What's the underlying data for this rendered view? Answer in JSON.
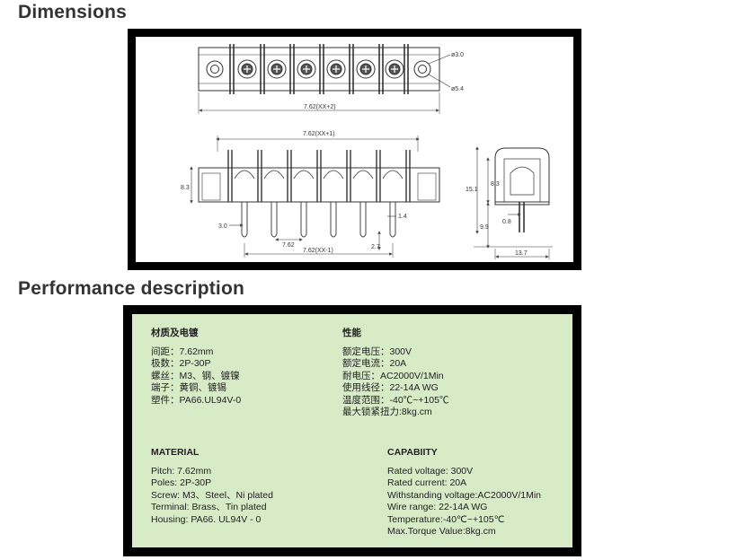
{
  "sections": {
    "dimensions_title": "Dimensions",
    "performance_title": "Performance description"
  },
  "drawing": {
    "labels": {
      "hole_small": "ø3.0",
      "hole_large": "ø5.4",
      "length_top": "7.62(XX+2)",
      "pitch_span": "7.62(XX+1)",
      "height_left": "8.3",
      "pin_left": "3.0",
      "pitch": "7.62",
      "pitch_bottom": "7.62(XX-1)",
      "pin_width": "1.4",
      "pin_length": "2.7",
      "side_height_total": "15.1",
      "side_height_upper": "8.3",
      "side_pin": "0.8",
      "side_height_lower": "9.9",
      "side_width": "13.7"
    }
  },
  "performance": {
    "chinese": {
      "material_title": "材质及电镀",
      "material_lines": [
        "间距：7.62mm",
        "极数：2P-30P",
        "螺丝：M3、钢、镀镍",
        "端子：黄铜、镀锡",
        "塑件：PA66.UL94V-0"
      ],
      "capability_title": "性能",
      "capability_lines": [
        "额定电压：300V",
        "额定电流：20A",
        "耐电压：AC2000V/1Min",
        "使用线径：22-14A WG",
        "温度范围：-40℃~+105℃",
        "最大锁紧扭力:8kg.cm"
      ]
    },
    "english": {
      "material_title": "MATERIAL",
      "material_lines": [
        "Pitch: 7.62mm",
        "Poles: 2P-30P",
        "Screw: M3、Steel、Ni plated",
        "Terminal: Brass、Tin plated",
        "Housing: PA66. UL94V - 0"
      ],
      "capability_title": "CAPABIITY",
      "capability_lines": [
        "Rated voltage: 300V",
        "Rated current: 20A",
        "Withstanding voltage:AC2000V/1Min",
        "Wire range: 22-14A WG",
        "Temperature:-40℃~+105℃",
        "Max.Torque Value:8kg.cm"
      ]
    }
  }
}
